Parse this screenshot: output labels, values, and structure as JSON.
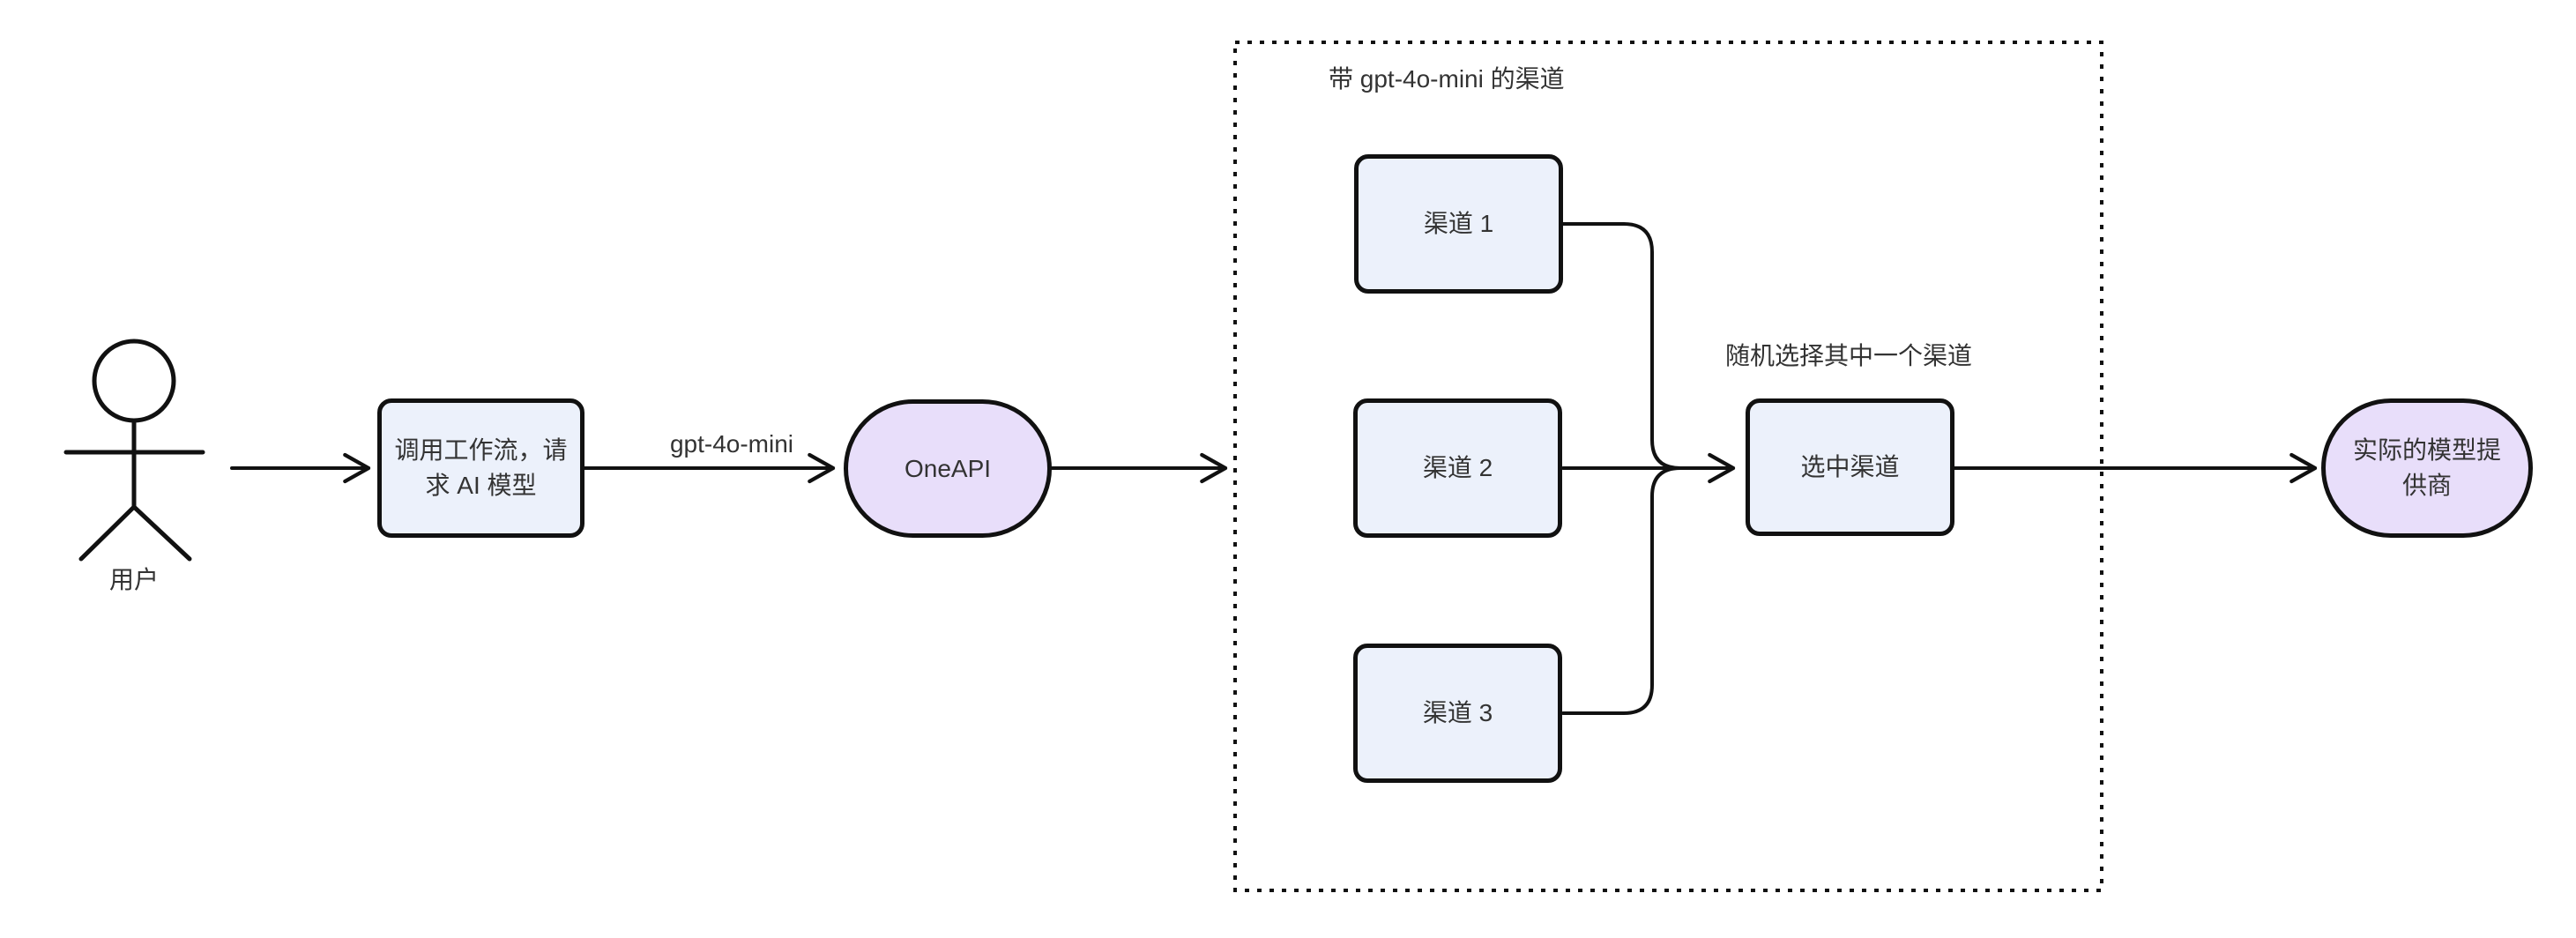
{
  "diagram": {
    "colors": {
      "canvas_bg": "#FFFFFF",
      "node_fill": "#ECF1FB",
      "accent_fill": "#E8DEFA",
      "node_stroke": "#111111",
      "edge_color": "#111111",
      "text_color": "#333333"
    },
    "actor": {
      "label": "用户"
    },
    "nodes": {
      "workflow": {
        "label": "调用工作流，请求 AI 模型",
        "lines": [
          "调用工作流，请",
          "求 AI 模型"
        ]
      },
      "oneapi": {
        "label": "OneAPI"
      },
      "channel1": {
        "label": "渠道 1"
      },
      "channel2": {
        "label": "渠道 2"
      },
      "channel3": {
        "label": "渠道 3"
      },
      "selected": {
        "label": "选中渠道"
      },
      "provider": {
        "label": "实际的模型提供商",
        "lines": [
          "实际的模型提",
          "供商"
        ]
      }
    },
    "subgraph": {
      "title": "带 gpt-4o-mini 的渠道"
    },
    "edge_labels": {
      "model": "gpt-4o-mini",
      "random_select": "随机选择其中一个渠道"
    }
  }
}
